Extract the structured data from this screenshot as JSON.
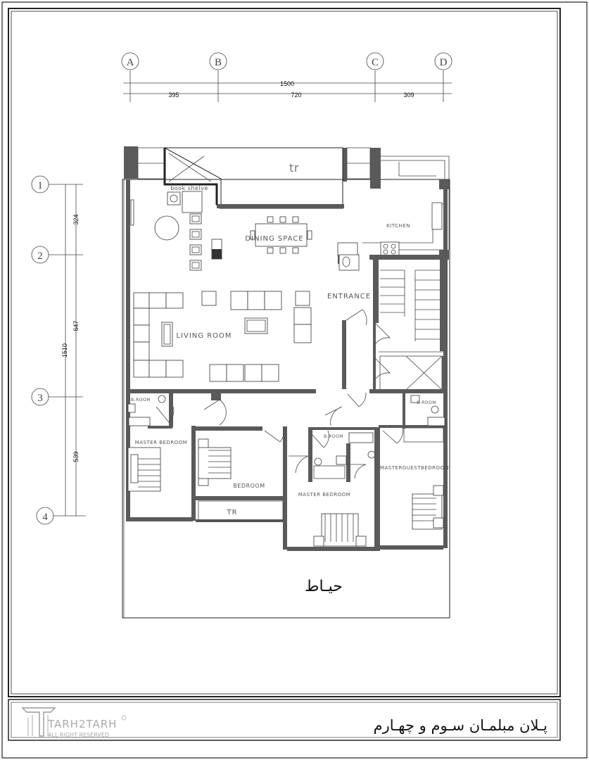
{
  "grid": {
    "columns": [
      "A",
      "B",
      "C",
      "D"
    ],
    "rows": [
      "1",
      "2",
      "3",
      "4"
    ]
  },
  "dimensions": {
    "overall_width": "1500",
    "col_ab": "395",
    "col_bc": "720",
    "col_cd": "309",
    "overall_height": "1510",
    "row_12": "324",
    "row_23": "647",
    "row_34": "539"
  },
  "rooms": {
    "tr_top": "tr",
    "book_shelve": "book shelve",
    "dining": "DINING SPACE",
    "kitchen": "KITCHEN",
    "entrance": "ENTRANCE",
    "living": "LIVING ROOM",
    "broom_left": "B.ROOM",
    "broom_mid": "B.ROOM",
    "broom_right": "B.ROOM",
    "master_left": "MASTER BEDROOM",
    "bedroom": "BEDROOM",
    "tr_bottom": "TR",
    "master_mid": "MASTER BEDROOM",
    "master_guest": "MASTERGUESTBEDROOM",
    "yard": "حیـاط"
  },
  "footer": {
    "logo_text": "TARH2TARH",
    "logo_sub": "ALL RIGHT RESERVED",
    "title": "پـلان مبلمـان سـوم و چهـارم"
  }
}
